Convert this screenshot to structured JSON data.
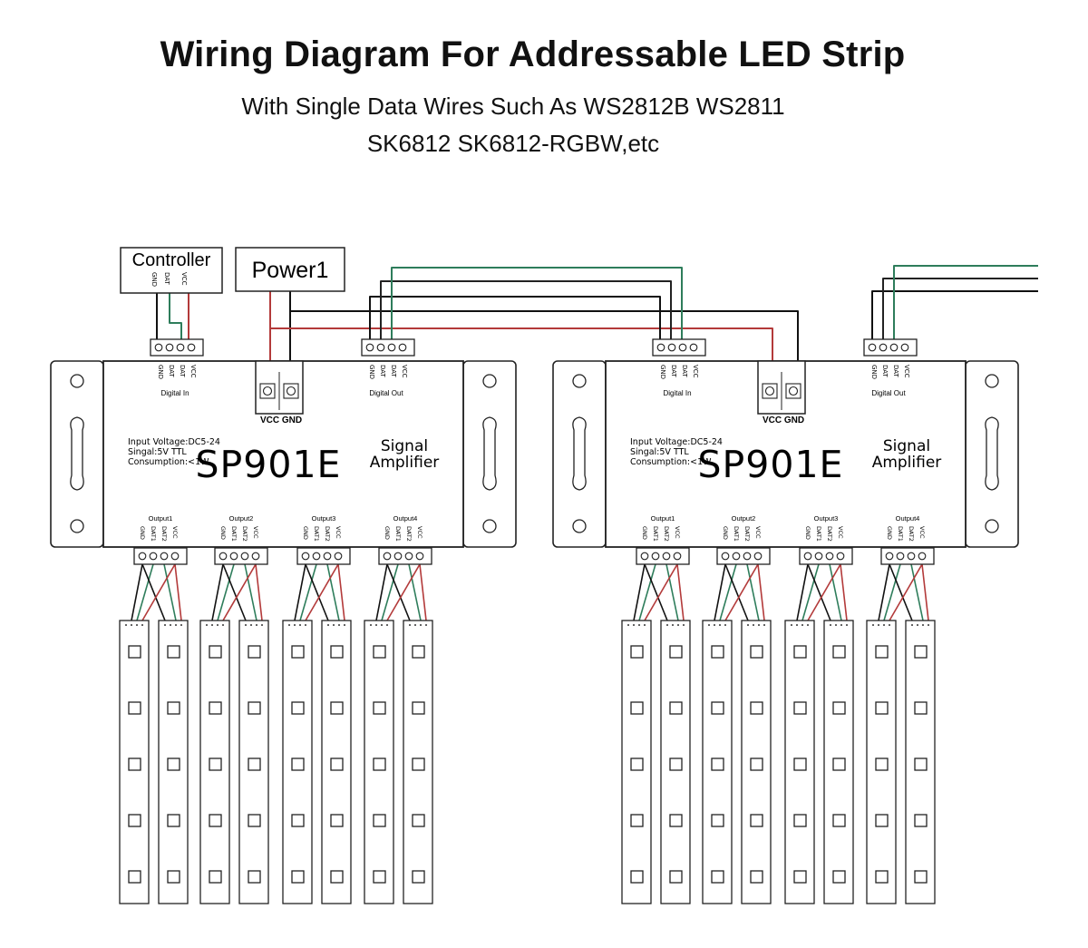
{
  "title": "Wiring Diagram For Addressable LED Strip",
  "subtitle_line1": "With Single Data Wires Such As WS2812B WS2811",
  "subtitle_line2": "SK6812 SK6812-RGBW,etc",
  "controller": {
    "label": "Controller",
    "pins": [
      "GND",
      "DAT",
      "VCC"
    ]
  },
  "power": {
    "label": "Power1"
  },
  "colors": {
    "ground": "#111111",
    "data": "#2e7d5b",
    "vcc": "#b33a3a",
    "line": "#222222"
  },
  "amplifiers": [
    {
      "model": "SP901E",
      "name_line1": "Signal",
      "name_line2": "Amplifier",
      "spec_lines": [
        "Input Voltage:DC5-24",
        "Singal:5V TTL",
        "Consumption:<1W"
      ],
      "input_label": "Digital In",
      "output_label": "Digital Out",
      "terminal_label": "VCC GND",
      "input_pins": [
        "GND",
        "DAT",
        "DAT",
        "VCC"
      ],
      "output_pins": [
        "GND",
        "DAT",
        "DAT",
        "VCC"
      ],
      "outputs": [
        {
          "label": "Output1",
          "pins": [
            "GND",
            "DAT1",
            "DAT2",
            "VCC"
          ]
        },
        {
          "label": "Output2",
          "pins": [
            "GND",
            "DAT1",
            "DAT2",
            "VCC"
          ]
        },
        {
          "label": "Output3",
          "pins": [
            "GND",
            "DAT1",
            "DAT2",
            "VCC"
          ]
        },
        {
          "label": "Output4",
          "pins": [
            "GND",
            "DAT1",
            "DAT2",
            "VCC"
          ]
        }
      ]
    },
    {
      "model": "SP901E",
      "name_line1": "Signal",
      "name_line2": "Amplifier",
      "spec_lines": [
        "Input Voltage:DC5-24",
        "Singal:5V TTL",
        "Consumption:<1W"
      ],
      "input_label": "Digital In",
      "output_label": "Digital Out",
      "terminal_label": "VCC GND",
      "input_pins": [
        "GND",
        "DAT",
        "DAT",
        "VCC"
      ],
      "output_pins": [
        "GND",
        "DAT",
        "DAT",
        "VCC"
      ],
      "outputs": [
        {
          "label": "Output1",
          "pins": [
            "GND",
            "DAT1",
            "DAT2",
            "VCC"
          ]
        },
        {
          "label": "Output2",
          "pins": [
            "GND",
            "DAT1",
            "DAT2",
            "VCC"
          ]
        },
        {
          "label": "Output3",
          "pins": [
            "GND",
            "DAT1",
            "DAT2",
            "VCC"
          ]
        },
        {
          "label": "Output4",
          "pins": [
            "GND",
            "DAT1",
            "DAT2",
            "VCC"
          ]
        }
      ]
    }
  ],
  "strip": {
    "leds_per_strip": 5,
    "strips_per_output": 2
  }
}
